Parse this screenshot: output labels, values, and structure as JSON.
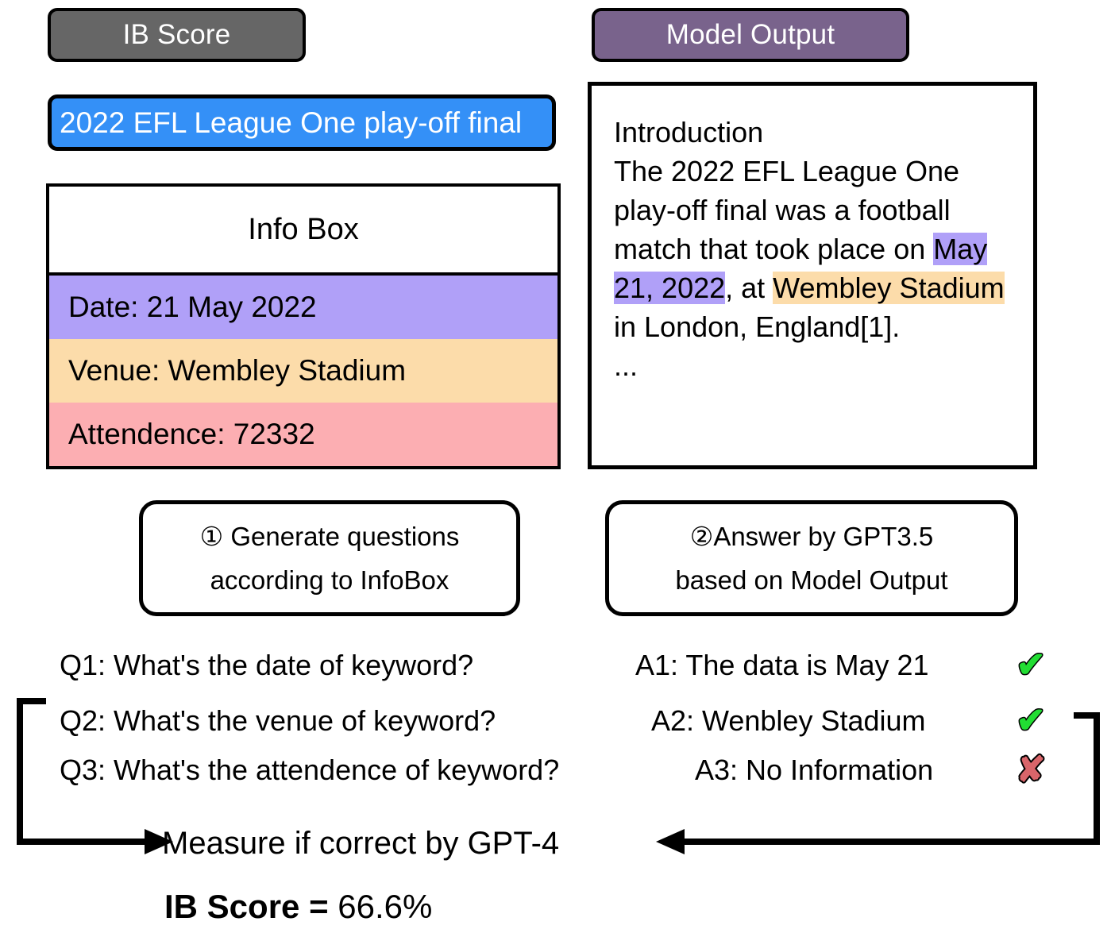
{
  "headers": {
    "left_pill": "IB Score",
    "right_pill": "Model Output",
    "left_pill_color": "#666666",
    "right_pill_color": "#79638C"
  },
  "keyword": {
    "title": "2022 EFL League One play-off final",
    "color": "#3490f7"
  },
  "info_box": {
    "title": "Info Box",
    "rows": [
      {
        "label": "Date: 21 May 2022",
        "color": "#b0a0f8"
      },
      {
        "label": "Venue: Wembley Stadium",
        "color": "#fcdcaa"
      },
      {
        "label": "Attendence: 72332",
        "color": "#fcaeb2"
      }
    ]
  },
  "model_output": {
    "heading": "Introduction",
    "body_before_date": "The 2022 EFL League One play-off final was a football match that took place on ",
    "highlight_date": "May 21, 2022",
    "body_between": ", at ",
    "highlight_venue": "Wembley Stadium",
    "body_after_venue": " in London, England[1].",
    "ellipsis": "..."
  },
  "steps": {
    "step1_line1": "① Generate questions",
    "step1_line2": "according to InfoBox",
    "step2_line1": "②Answer by GPT3.5",
    "step2_line2": "based on Model Output"
  },
  "qa": [
    {
      "question": "Q1: What's the date of keyword?",
      "answer": "A1: The data is May 21",
      "mark": "✔",
      "mark_kind": "check",
      "mark_color": "#22dd33"
    },
    {
      "question": "Q2: What's the venue of keyword?",
      "answer": "A2: Wenbley Stadium",
      "mark": "✔",
      "mark_kind": "check",
      "mark_color": "#22dd33"
    },
    {
      "question": "Q3: What's the attendence of keyword?",
      "answer": "A3: No Information",
      "mark": "✘",
      "mark_kind": "cross",
      "mark_color": "#d9656a"
    }
  ],
  "footer": {
    "measure_label": "Measure if correct by GPT-4",
    "score_label": "IB Score = ",
    "score_value": "66.6%"
  }
}
